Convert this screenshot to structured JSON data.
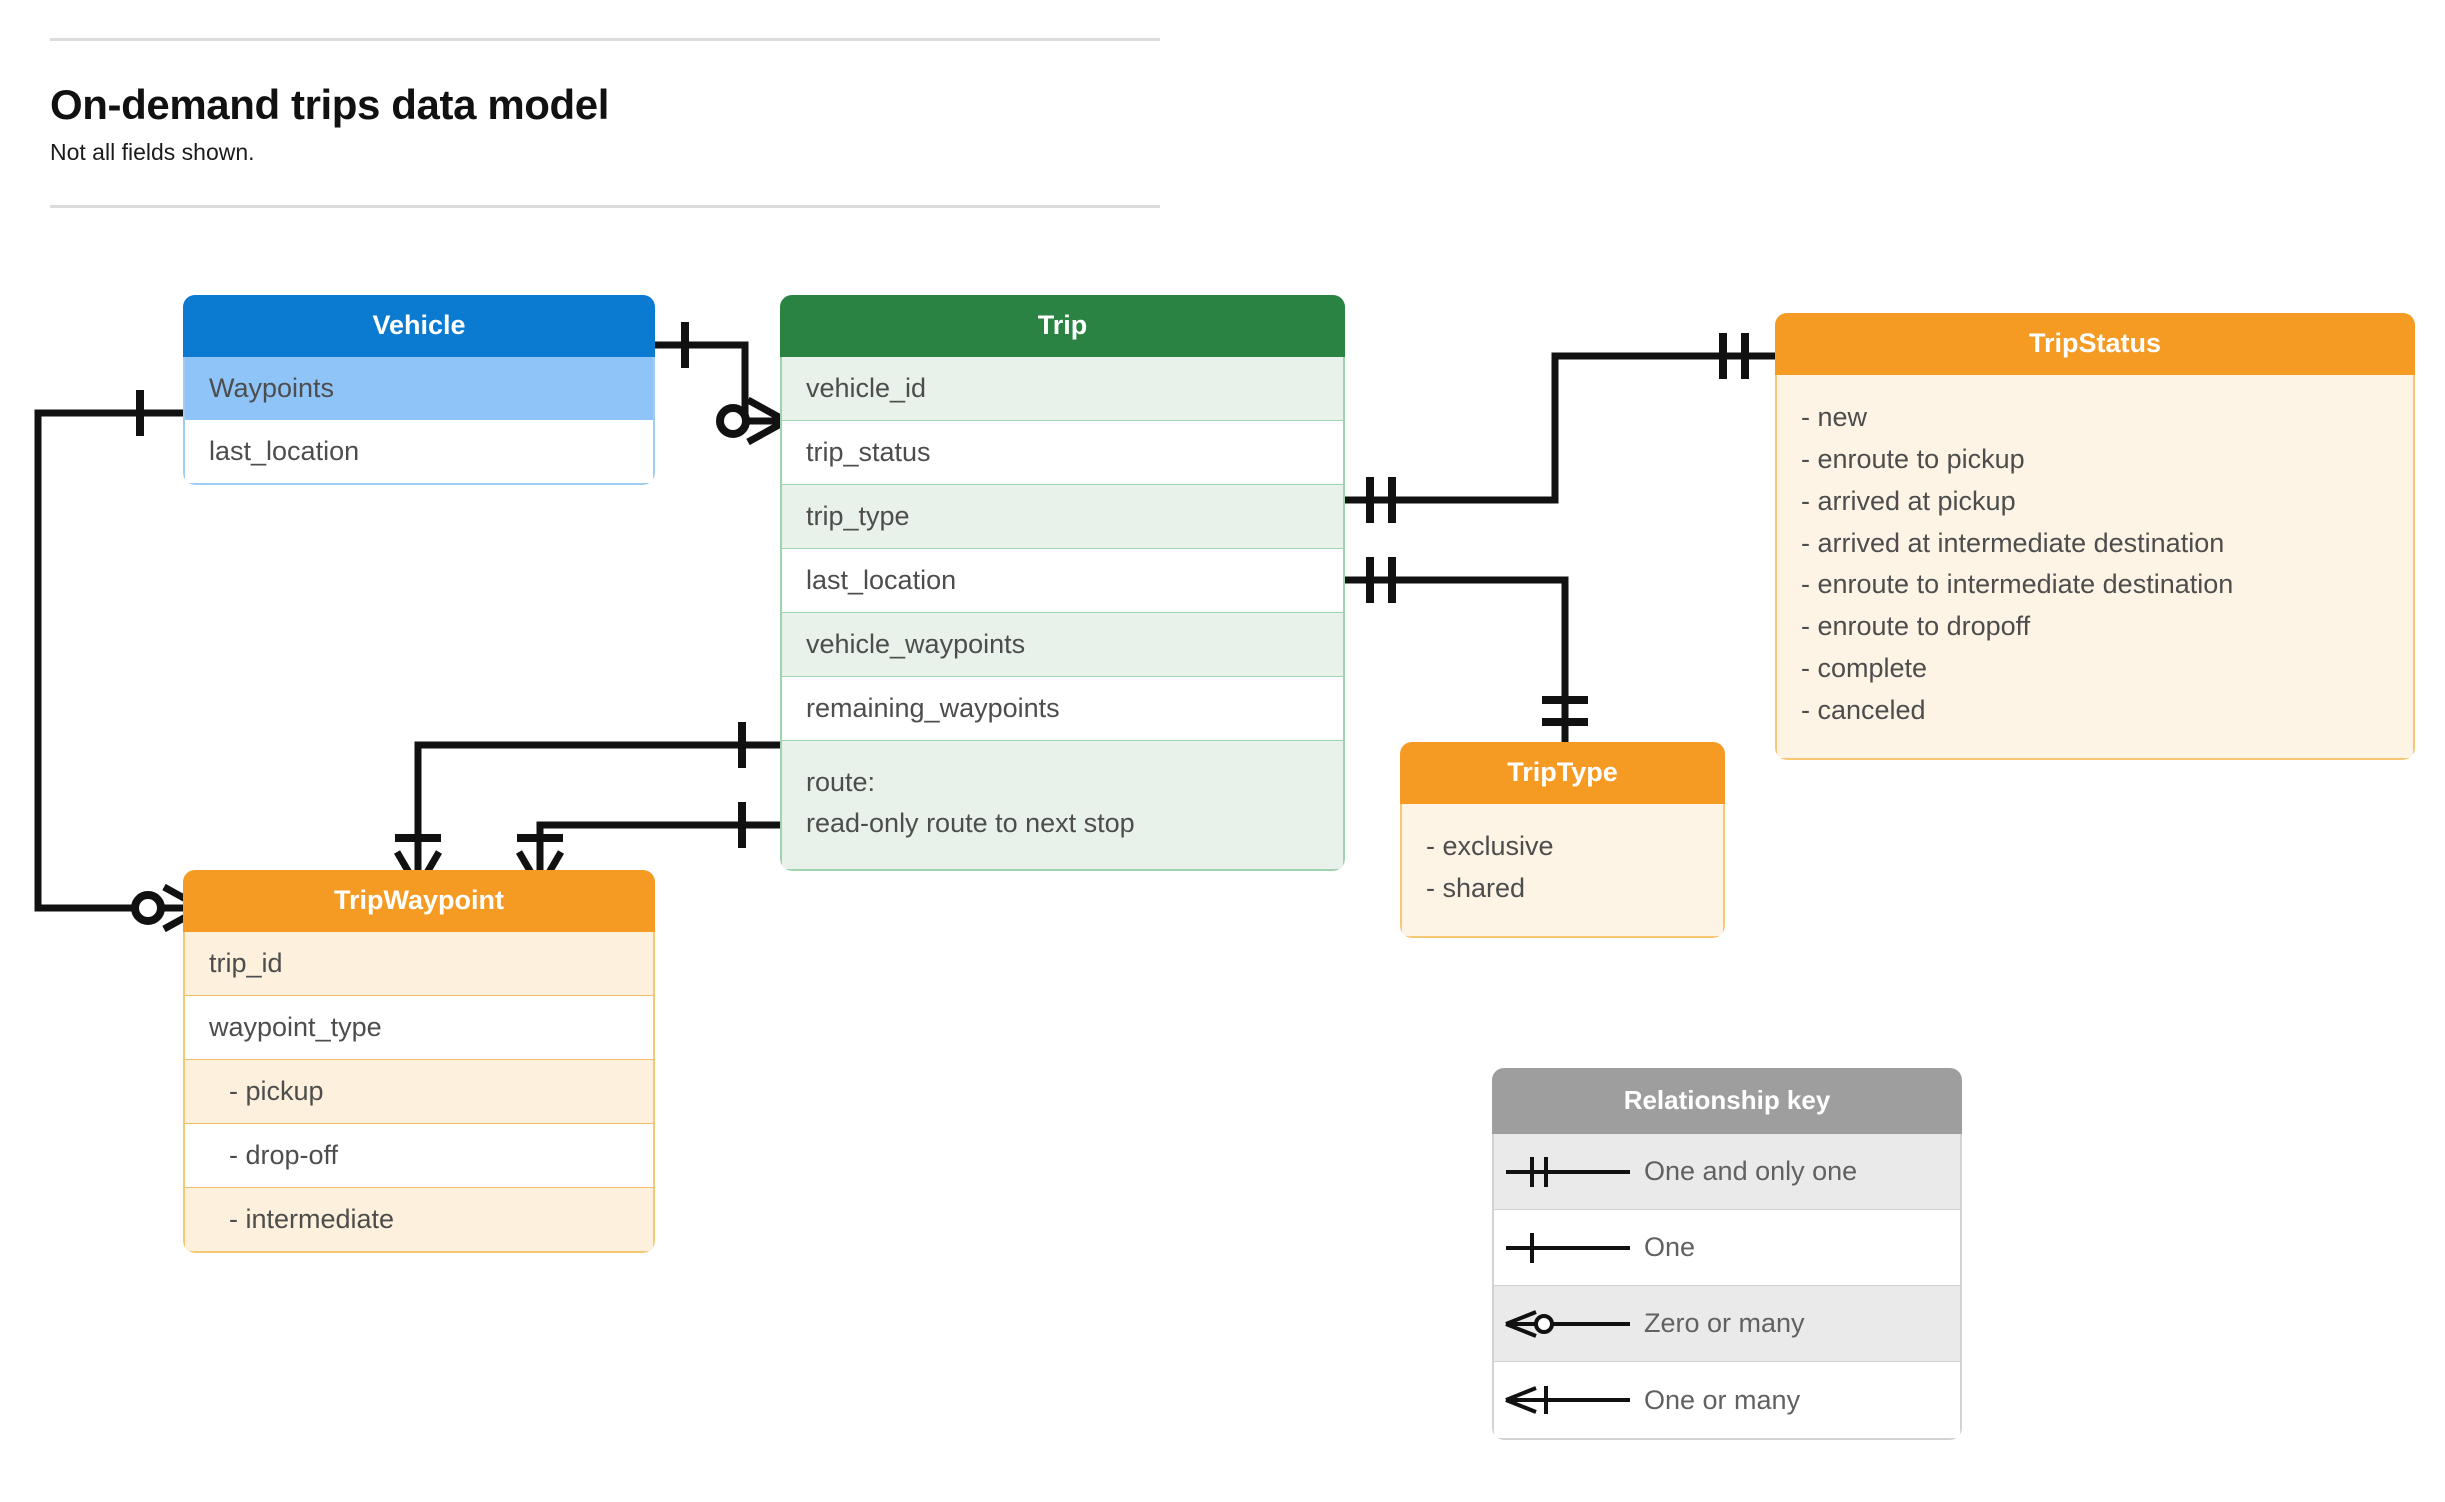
{
  "header": {
    "title": "On-demand trips data model",
    "subtitle": "Not all fields shown."
  },
  "entities": {
    "vehicle": {
      "name": "Vehicle",
      "color": "#0B7AD1",
      "fields": [
        "Waypoints",
        "last_location"
      ]
    },
    "trip": {
      "name": "Trip",
      "color": "#2A8243",
      "fields": [
        "vehicle_id",
        "trip_status",
        "trip_type",
        "last_location",
        "vehicle_waypoints",
        "remaining_waypoints"
      ],
      "route_label": "route:",
      "route_desc": "read-only route to next stop"
    },
    "trip_status": {
      "name": "TripStatus",
      "color": "#F59B23",
      "values": [
        "- new",
        "- enroute to pickup",
        "- arrived at pickup",
        "- arrived at intermediate destination",
        "- enroute to intermediate destination",
        "- enroute to dropoff",
        "- complete",
        "- canceled"
      ]
    },
    "trip_type": {
      "name": "TripType",
      "color": "#F59B23",
      "values": [
        "- exclusive",
        "- shared"
      ]
    },
    "trip_waypoint": {
      "name": "TripWaypoint",
      "color": "#F59B23",
      "fields": [
        "trip_id",
        "waypoint_type"
      ],
      "waypoint_values": [
        "-  pickup",
        "-  drop-off",
        "-  intermediate"
      ]
    }
  },
  "legend": {
    "title": "Relationship key",
    "rows": [
      {
        "symbol": "one-and-only-one-icon",
        "label": "One and only one"
      },
      {
        "symbol": "one-icon",
        "label": "One"
      },
      {
        "symbol": "zero-or-many-icon",
        "label": "Zero or many"
      },
      {
        "symbol": "one-or-many-icon",
        "label": "One or many"
      }
    ]
  }
}
